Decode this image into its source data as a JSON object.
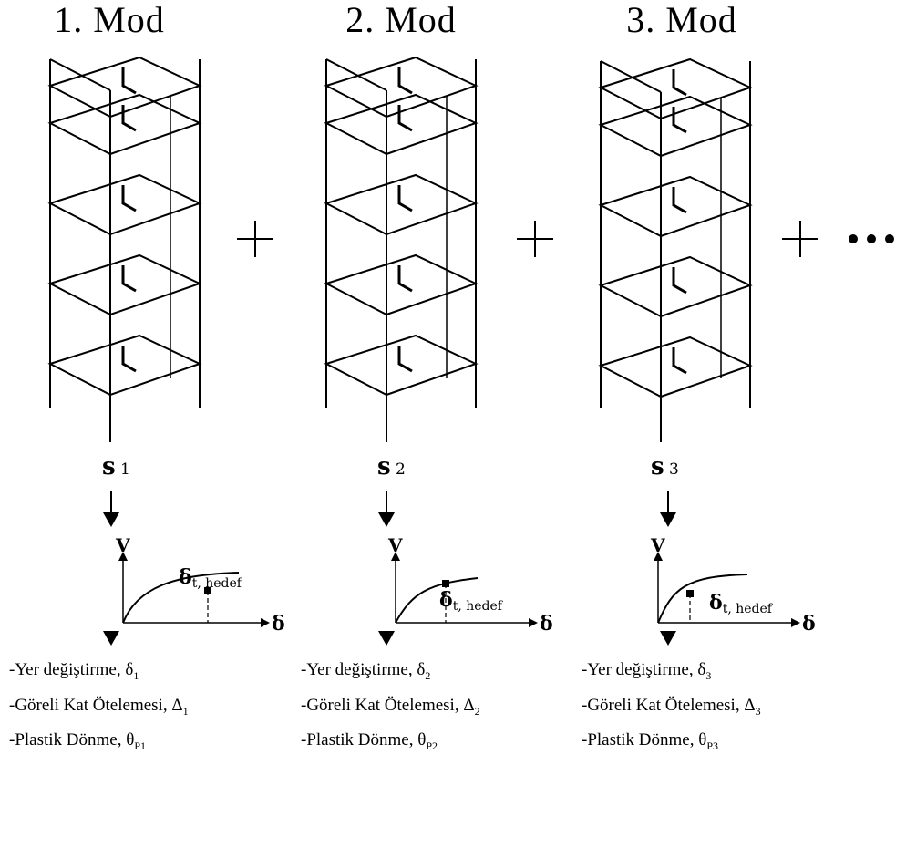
{
  "modes": [
    {
      "title": "1. Mod",
      "force_symbol": "s",
      "force_sub": "1",
      "axis_v": "V",
      "axis_delta": "δ",
      "target_main": "δ",
      "target_sub": "t, hedef",
      "result_lines": [
        {
          "text": "-Yer değiştirme, ",
          "symbol": "δ",
          "sub": "1"
        },
        {
          "text": "-Göreli Kat Ötelemesi, ",
          "symbol": "Δ",
          "sub": "1"
        },
        {
          "text": "-Plastik Dönme, ",
          "symbol": "θ",
          "sub": "P1"
        }
      ]
    },
    {
      "title": "2. Mod",
      "force_symbol": "s",
      "force_sub": "2",
      "axis_v": "V",
      "axis_delta": "δ",
      "target_main": "δ",
      "target_sub": "t, hedef",
      "result_lines": [
        {
          "text": "-Yer değiştirme, ",
          "symbol": "δ",
          "sub": "2"
        },
        {
          "text": "-Göreli Kat Ötelemesi, ",
          "symbol": "Δ",
          "sub": "2"
        },
        {
          "text": "-Plastik Dönme, ",
          "symbol": "θ",
          "sub": "P2"
        }
      ]
    },
    {
      "title": "3. Mod",
      "force_symbol": "s",
      "force_sub": "3",
      "axis_v": "V",
      "axis_delta": "δ",
      "target_main": "δ",
      "target_sub": "t, hedef",
      "result_lines": [
        {
          "text": "-Yer değiştirme, ",
          "symbol": "δ",
          "sub": "3"
        },
        {
          "text": "-Göreli Kat Ötelemesi, ",
          "symbol": "Δ",
          "sub": "3"
        },
        {
          "text": "-Plastik Dönme, ",
          "symbol": "θ",
          "sub": "P3"
        }
      ]
    }
  ],
  "operators": {
    "plus": "+",
    "ellipsis": "•••"
  },
  "curves": [
    {
      "shape": "gradual",
      "target_fraction": 0.68
    },
    {
      "shape": "medium",
      "target_fraction": 0.58
    },
    {
      "shape": "steep",
      "target_fraction": 0.28
    }
  ]
}
